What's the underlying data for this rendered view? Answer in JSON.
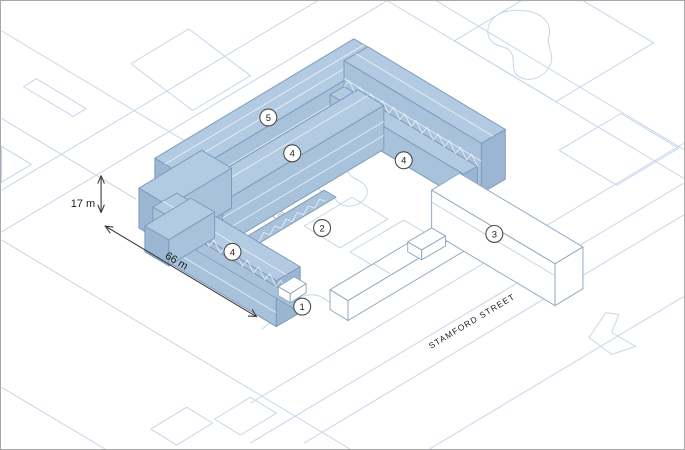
{
  "colors": {
    "building-fill": "#a9c2dc",
    "building-roof": "#b3cbe2",
    "building-end": "#9bb6d2",
    "building-edge": "#7d9bba",
    "context-line": "#c6d6e8",
    "white-building-edge": "#93aac2",
    "annotation": "#3b3b3b",
    "text": "#1d1d1d"
  },
  "diagram": {
    "street_label": "STAMFORD STREET",
    "dimension_height": "17 m",
    "dimension_length": "66 m",
    "markers": [
      {
        "label": "1"
      },
      {
        "label": "2"
      },
      {
        "label": "3"
      },
      {
        "label": "4"
      },
      {
        "label": "4"
      },
      {
        "label": "4"
      },
      {
        "label": "5"
      }
    ]
  }
}
